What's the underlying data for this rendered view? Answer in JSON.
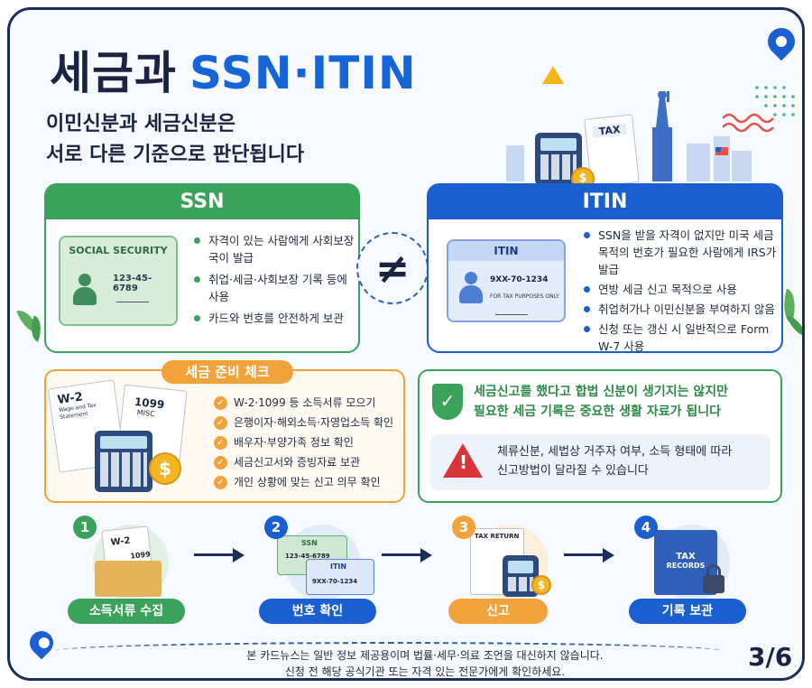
{
  "title": {
    "korean": "세금과",
    "latin": "SSN·ITIN"
  },
  "subtitle": {
    "line1": "이민신분과 세금신분은",
    "line2": "서로 다른 기준으로 판단됩니다"
  },
  "deco": {
    "tax_doc_label": "TAX"
  },
  "ssn": {
    "header": "SSN",
    "card_title": "SOCIAL SECURITY",
    "card_number": "123-45-6789",
    "bullets": [
      "자격이 있는 사람에게 사회보장국이 발급",
      "취업·세금·사회보장 기록 등에 사용",
      "카드와 번호를 안전하게 보관"
    ]
  },
  "not_equal": "≠",
  "itin": {
    "header": "ITIN",
    "card_title": "ITIN",
    "card_number": "9XX-70-1234",
    "card_sub": "FOR TAX PURPOSES ONLY",
    "bullets": [
      "SSN을 받을 자격이 없지만 미국 세금 목적의 번호가 필요한 사람에게 IRS가 발급",
      "연방 세금 신고 목적으로 사용",
      "취업허가나 이민신분을 부여하지 않음",
      "신청 또는 갱신 시 일반적으로 Form W-7 사용"
    ]
  },
  "tax_check": {
    "header": "세금 준비 체크",
    "w2_title": "W-2",
    "w2_sub": "Wage and Tax Statement",
    "f1099_title": "1099",
    "f1099_sub": "MISC",
    "coin": "$",
    "items": [
      "W-2·1099 등 소득서류 모으기",
      "은행이자·해외소득·자영업소득 확인",
      "배우자·부양가족 정보 확인",
      "세금신고서와 증빙자료 보관",
      "개인 상황에 맞는 신고 의무 확인"
    ]
  },
  "note": {
    "line1": "세금신고를 했다고 합법 신분이 생기지는 않지만",
    "line2": "필요한 세금 기록은 중요한 생활 자료가 됩니다",
    "warn_line1": "체류신분, 세법상 거주자 여부, 소득 형태에 따라",
    "warn_line2": "신고방법이 달라질 수 있습니다"
  },
  "steps": [
    {
      "num": "1",
      "label": "소득서류 수집",
      "doc1": "W-2",
      "doc2": "1099"
    },
    {
      "num": "2",
      "label": "번호 확인",
      "card1_title": "SSN",
      "card1_num": "123-45-6789",
      "card2_title": "ITIN",
      "card2_num": "9XX-70-1234"
    },
    {
      "num": "3",
      "label": "신고",
      "doc": "TAX RETURN",
      "coin": "$"
    },
    {
      "num": "4",
      "label": "기록 보관",
      "folder_line1": "TAX",
      "folder_line2": "RECORDS"
    }
  ],
  "footer": {
    "line1": "본 카드뉴스는 일반 정보 제공용이며 법률·세무·의료 조언을 대신하지 않습니다.",
    "line2": "신청 전 해당 공식기관 또는 자격 있는 전문가에게 확인하세요."
  },
  "page": "3/6",
  "colors": {
    "green": "#3aa25a",
    "blue": "#1a5fd0",
    "orange": "#f2a23a",
    "navy": "#1c2f5c",
    "red": "#d8343a"
  },
  "icons": [
    "location-pin-icon",
    "shield-check-icon",
    "warning-icon",
    "checkmark-icon",
    "lock-icon",
    "calculator-icon",
    "coin-icon",
    "statue-of-liberty-icon"
  ]
}
